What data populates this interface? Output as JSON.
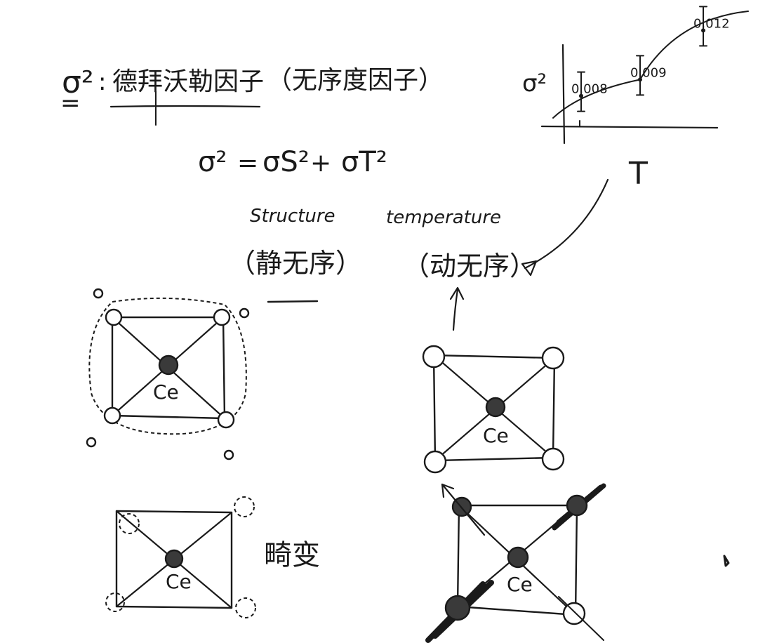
{
  "header": {
    "symbol": "σ²",
    "colon": ":",
    "title_zh": "德拜沃勒因子",
    "subtitle_zh": "（无序度因子）",
    "equals_mark": "="
  },
  "equation": {
    "lhs": "σ²",
    "eq": "=",
    "term1": "σS²",
    "plus": "+",
    "term2": "σT²"
  },
  "labels": {
    "structure_en": "Structure",
    "structure_zh": "（静无序）",
    "temperature_en": "temperature",
    "temperature_zh": "（动无序）",
    "distortion_zh": "畸变",
    "center_atom": "Ce"
  },
  "chart_data": {
    "type": "scatter",
    "title": "",
    "ylabel": "σ²",
    "xlabel": "T",
    "series": [
      {
        "values": [
          0.008,
          0.009,
          0.012
        ],
        "data_labels": [
          "0.008",
          "0.009",
          "0.012"
        ]
      }
    ],
    "grid": false,
    "trend_line": true,
    "error_bars": true
  }
}
